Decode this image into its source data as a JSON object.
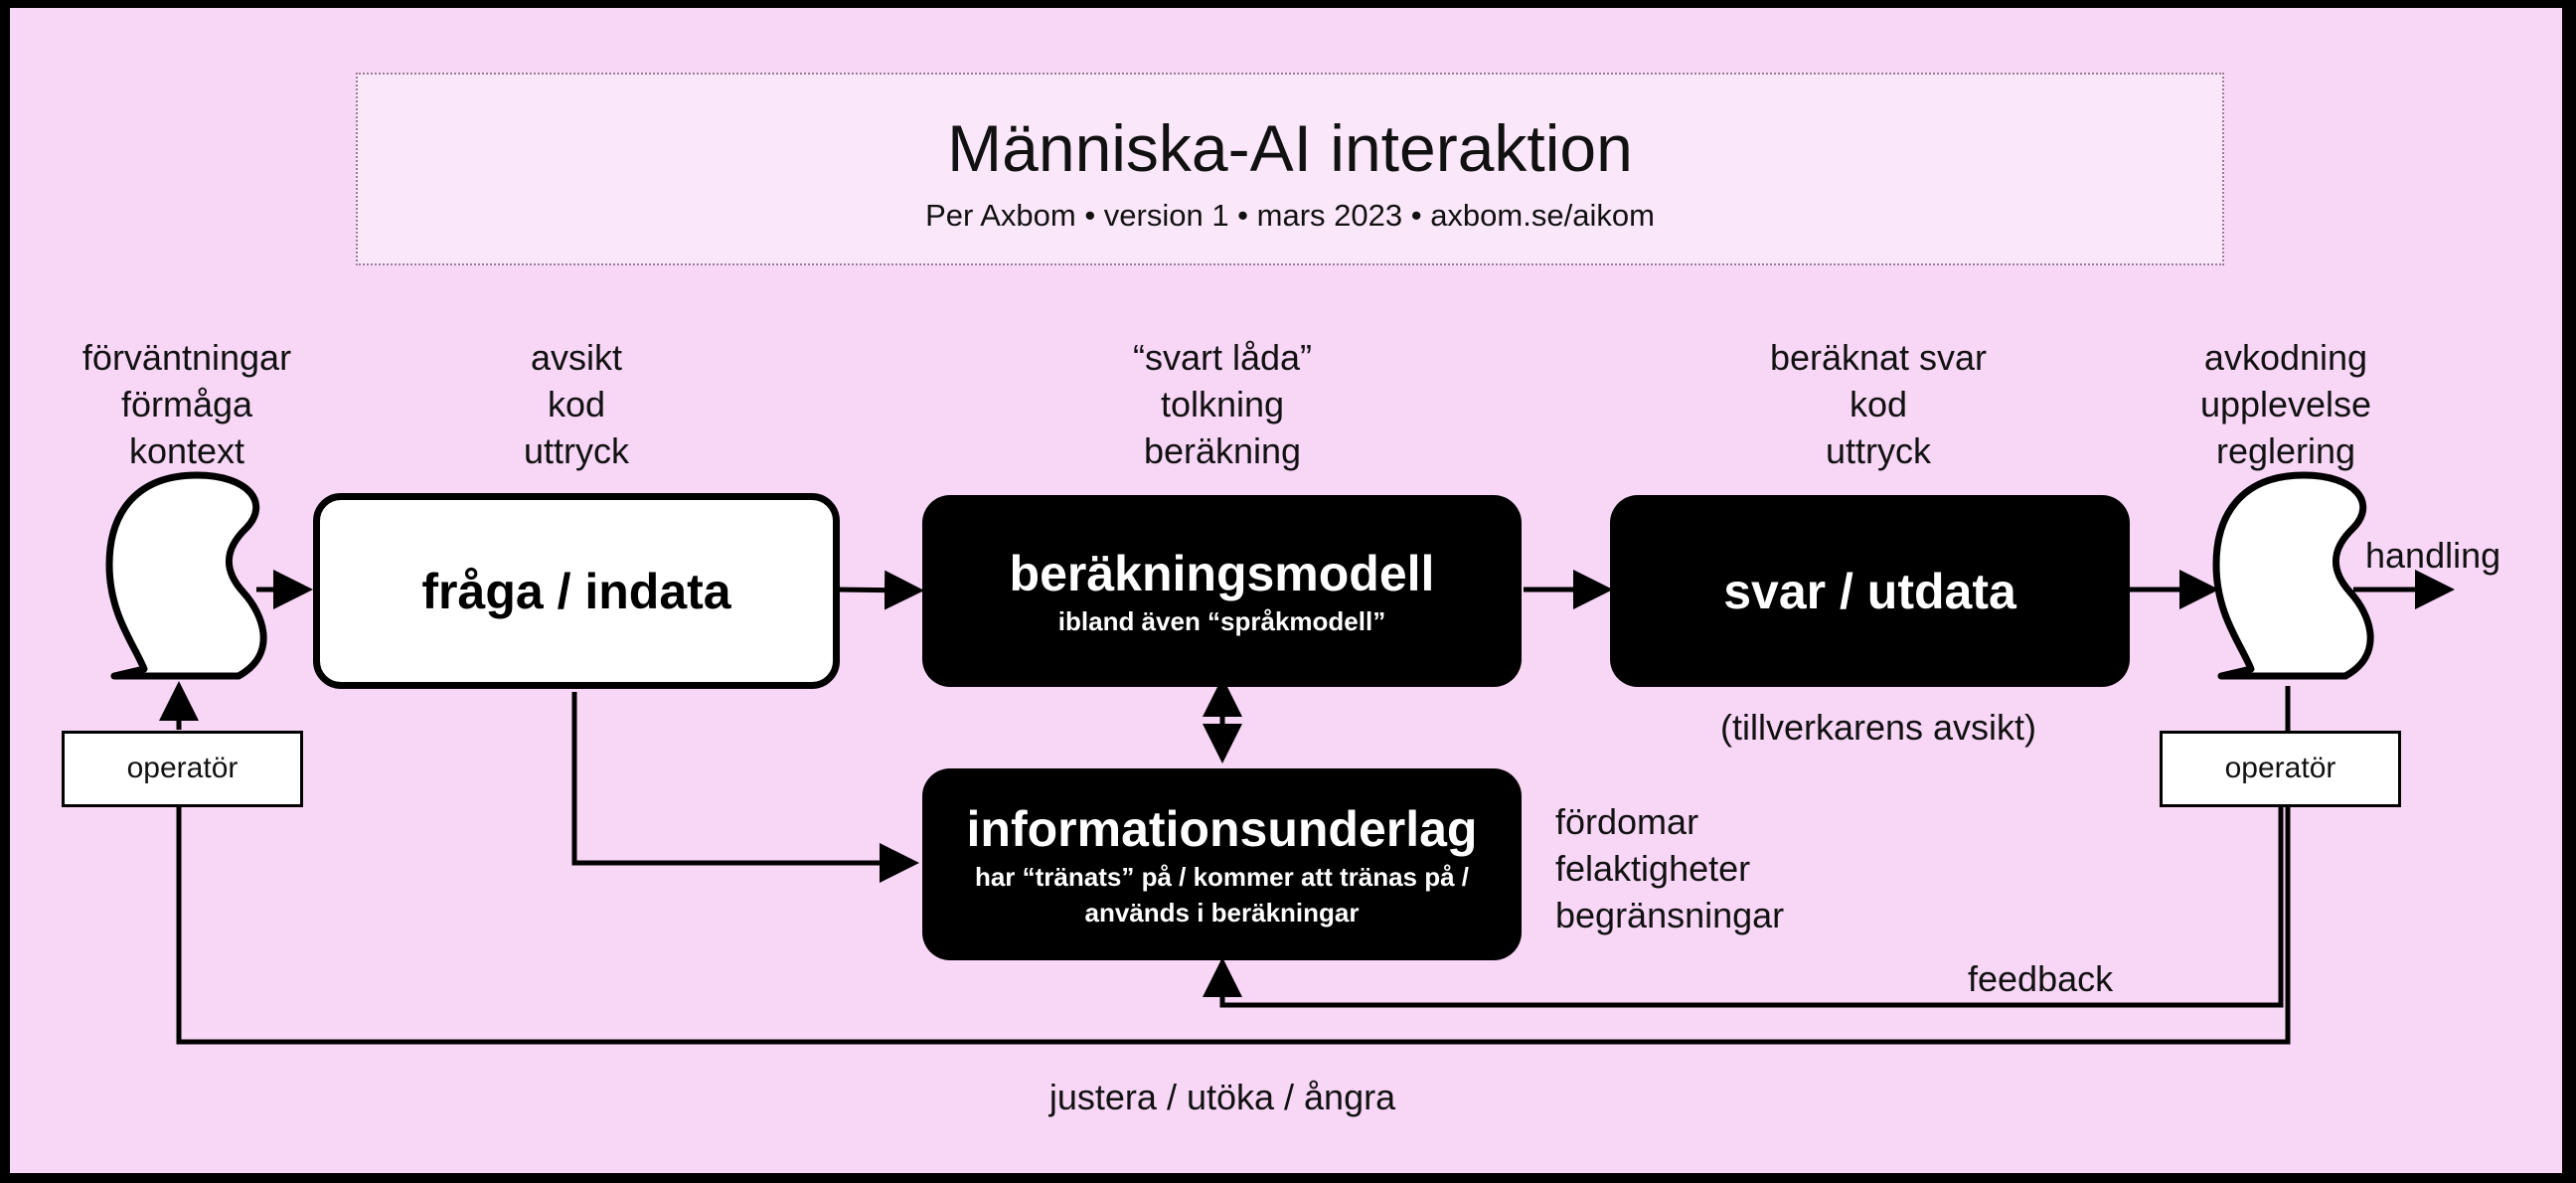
{
  "header": {
    "title": "Människa-AI interaktion",
    "subtitle": "Per Axbom • version 1 • mars 2023 • axbom.se/aikom"
  },
  "labels": {
    "user_left": "förväntningar\nförmåga\nkontext",
    "input_top": "avsikt\nkod\nuttryck",
    "model_top": "“svart låda”\ntolkning\nberäkning",
    "output_top": "beräknat svar\nkod\nuttryck",
    "user_right": "avkodning\nupplevelse\nreglering",
    "handling": "handling",
    "maker_intent": "(tillverkarens avsikt)",
    "data_issues": "fördomar\nfelaktigheter\nbegränsningar",
    "feedback": "feedback",
    "adjust": "justera / utöka / ångra"
  },
  "boxes": {
    "input": {
      "title": "fråga / indata"
    },
    "model": {
      "title": "beräkningsmodell",
      "subtitle": "ibland även “språkmodell”"
    },
    "output": {
      "title": "svar / utdata"
    },
    "data": {
      "title": "informationsunderlag",
      "subtitle": "har “tränats” på / kommer att tränas på /\nanvänds i beräkningar"
    }
  },
  "operators": {
    "left": "operatör",
    "right": "operatör"
  },
  "icons": {
    "left_head": "person-head-icon",
    "right_head": "person-head-icon"
  }
}
